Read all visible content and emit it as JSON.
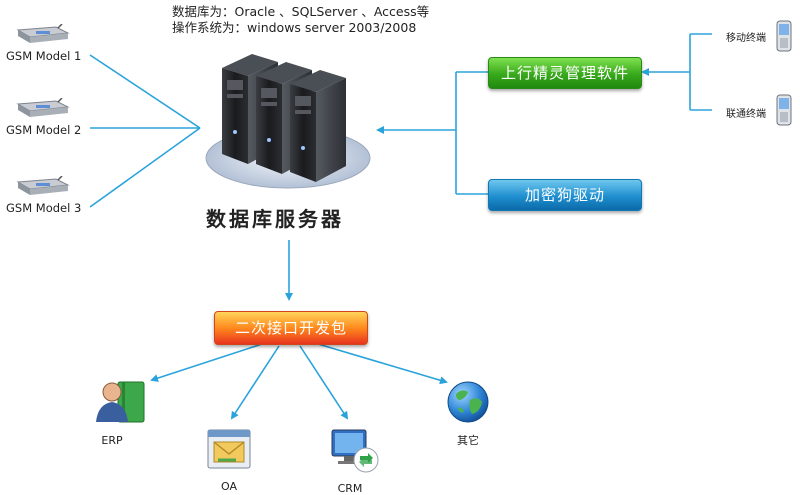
{
  "notes": {
    "db_line": "数据库为：Oracle 、SQLServer 、Access等",
    "os_line": "操作系统为：windows server 2003/2008"
  },
  "modems": [
    {
      "label": "GSM Model  1",
      "icon": "gsm-modem-icon"
    },
    {
      "label": "GSM Model  2",
      "icon": "gsm-modem-icon"
    },
    {
      "label": "GSM Model  3",
      "icon": "gsm-modem-icon"
    }
  ],
  "server": {
    "title": "数据库服务器",
    "icon": "database-server-icon"
  },
  "buttons": {
    "manager_software": "上行精灵管理软件",
    "dongle_driver": "加密狗驱动",
    "dev_kit": "二次接口开发包"
  },
  "phones": [
    {
      "label": "移动终端",
      "icon": "mobile-phone-icon"
    },
    {
      "label": "联通终端",
      "icon": "mobile-phone-icon"
    }
  ],
  "apps": [
    {
      "label": "ERP",
      "icon": "erp-user-book-icon"
    },
    {
      "label": "OA",
      "icon": "oa-mail-window-icon"
    },
    {
      "label": "CRM",
      "icon": "crm-remote-desktop-icon"
    },
    {
      "label": "其它",
      "icon": "globe-icon"
    }
  ],
  "colors": {
    "connector": "#2aa3dc",
    "green_button": "#38a81c",
    "blue_button": "#1f8fcf",
    "orange_button": "#ff8a1e"
  }
}
